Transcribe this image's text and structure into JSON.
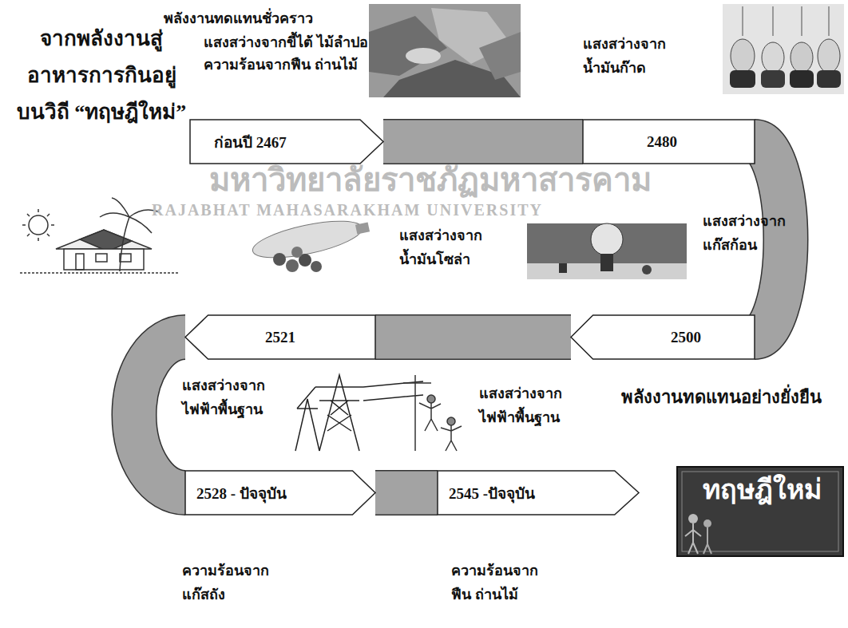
{
  "diagram": {
    "title": "จากพลังงานสู่ อาหารการกินอยู่ บนวิถี “ทฤษฎีใหม่”",
    "nodes": [
      {
        "text": [
          "ก่อนปี 2467"
        ]
      },
      {
        "text": [
          "2480"
        ]
      },
      {
        "text": [
          "2500"
        ]
      },
      {
        "text": [
          "2521"
        ]
      },
      {
        "text": [
          "2528 - ปัจจุบัน"
        ]
      },
      {
        "text": [
          "2545 -ปัจจุบัน"
        ]
      }
    ],
    "edges": [
      {
        "from": 0,
        "to": 1,
        "arrow": "none"
      },
      {
        "from": 1,
        "to": 2,
        "arrow": "none"
      },
      {
        "from": 2,
        "to": 3,
        "arrow": "none"
      },
      {
        "from": 3,
        "to": 4,
        "arrow": "none"
      },
      {
        "from": 4,
        "to": 5,
        "arrow": "none"
      }
    ],
    "labels": [
      "พลังงานทดแทนชั่วคราว",
      "แสงสว่างจากขี้ไต้ ไม้ลำปอ",
      "ความร้อนจากฟืน ถ่านไม้",
      "แสงสว่างจาก น้ำมันก๊าด",
      "แสงสว่างจาก น้ำมันโซล่า",
      "แสงสว่างจาก แก๊สก้อน",
      "แสงสว่างจาก ไฟฟ้าพื้นฐาน",
      "แสงสว่างจาก ไฟฟ้าพื้นฐาน",
      "พลังงานทดแทนอย่างยั่งยืน",
      "ความร้อนจาก แก๊สถัง",
      "ความร้อนจาก ฟืน ถ่านไม้",
      "ทฤษฎีใหม่",
      "มหาวิทยาลัยราชภัฏมหาสารคาม",
      "RAJABHAT MAHASARAKHAM UNIVERSITY"
    ]
  }
}
